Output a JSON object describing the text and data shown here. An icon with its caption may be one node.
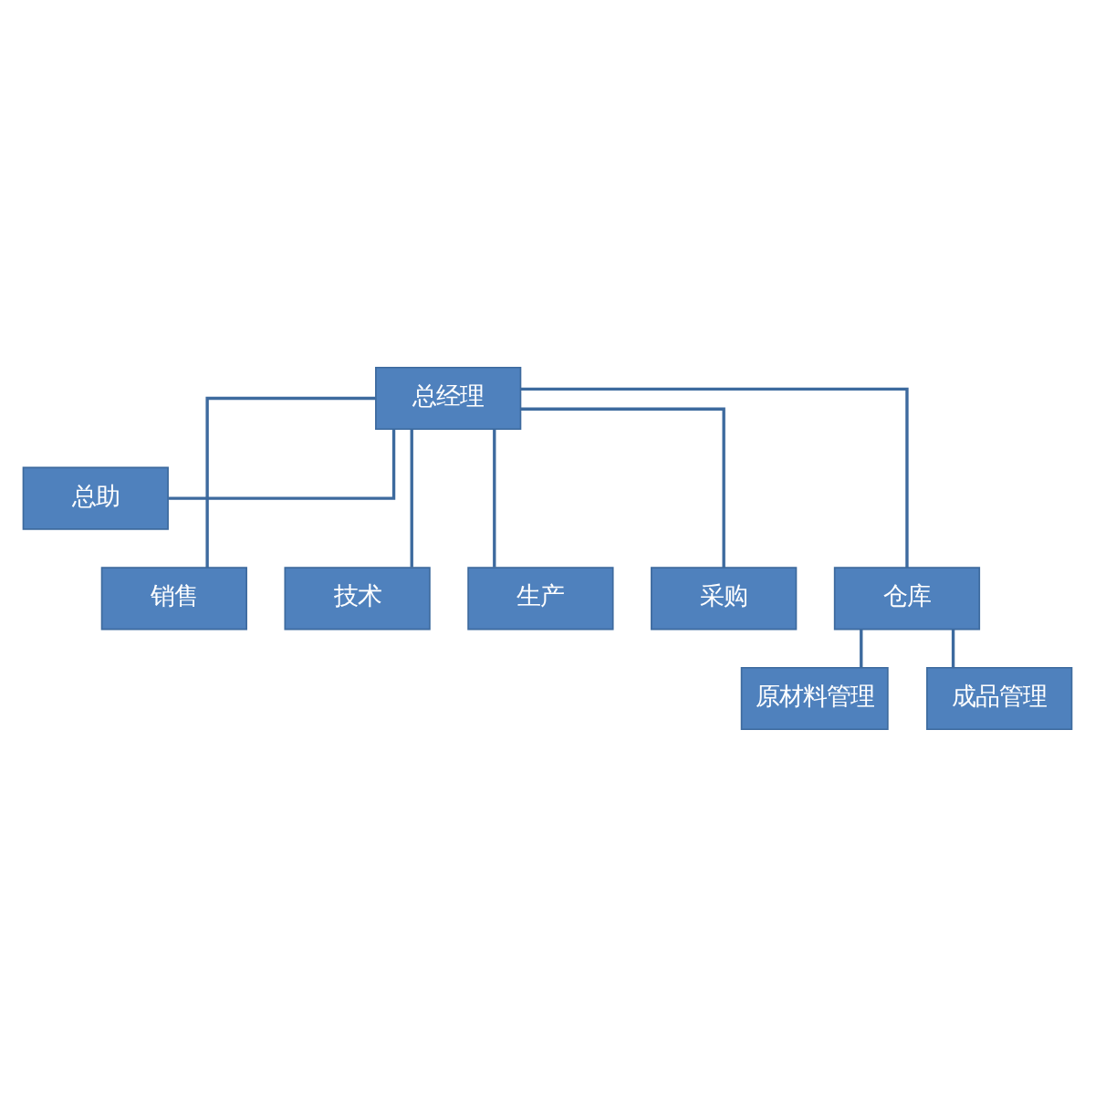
{
  "diagram": {
    "nodes": [
      {
        "text": [
          "总经理"
        ]
      },
      {
        "text": [
          "总助"
        ]
      },
      {
        "text": [
          "销售"
        ]
      },
      {
        "text": [
          "技术"
        ]
      },
      {
        "text": [
          "生产"
        ]
      },
      {
        "text": [
          "采购"
        ]
      },
      {
        "text": [
          "仓库"
        ]
      },
      {
        "text": [
          "原材料管理"
        ]
      },
      {
        "text": [
          "成品管理"
        ]
      }
    ],
    "edges": [
      {
        "from": 0,
        "to": 1,
        "arrow": "none"
      },
      {
        "from": 0,
        "to": 2,
        "arrow": "none"
      },
      {
        "from": 0,
        "to": 3,
        "arrow": "none"
      },
      {
        "from": 0,
        "to": 4,
        "arrow": "none"
      },
      {
        "from": 0,
        "to": 5,
        "arrow": "none"
      },
      {
        "from": 0,
        "to": 6,
        "arrow": "none"
      },
      {
        "from": 6,
        "to": 7,
        "arrow": "none"
      },
      {
        "from": 6,
        "to": 8,
        "arrow": "none"
      }
    ]
  }
}
